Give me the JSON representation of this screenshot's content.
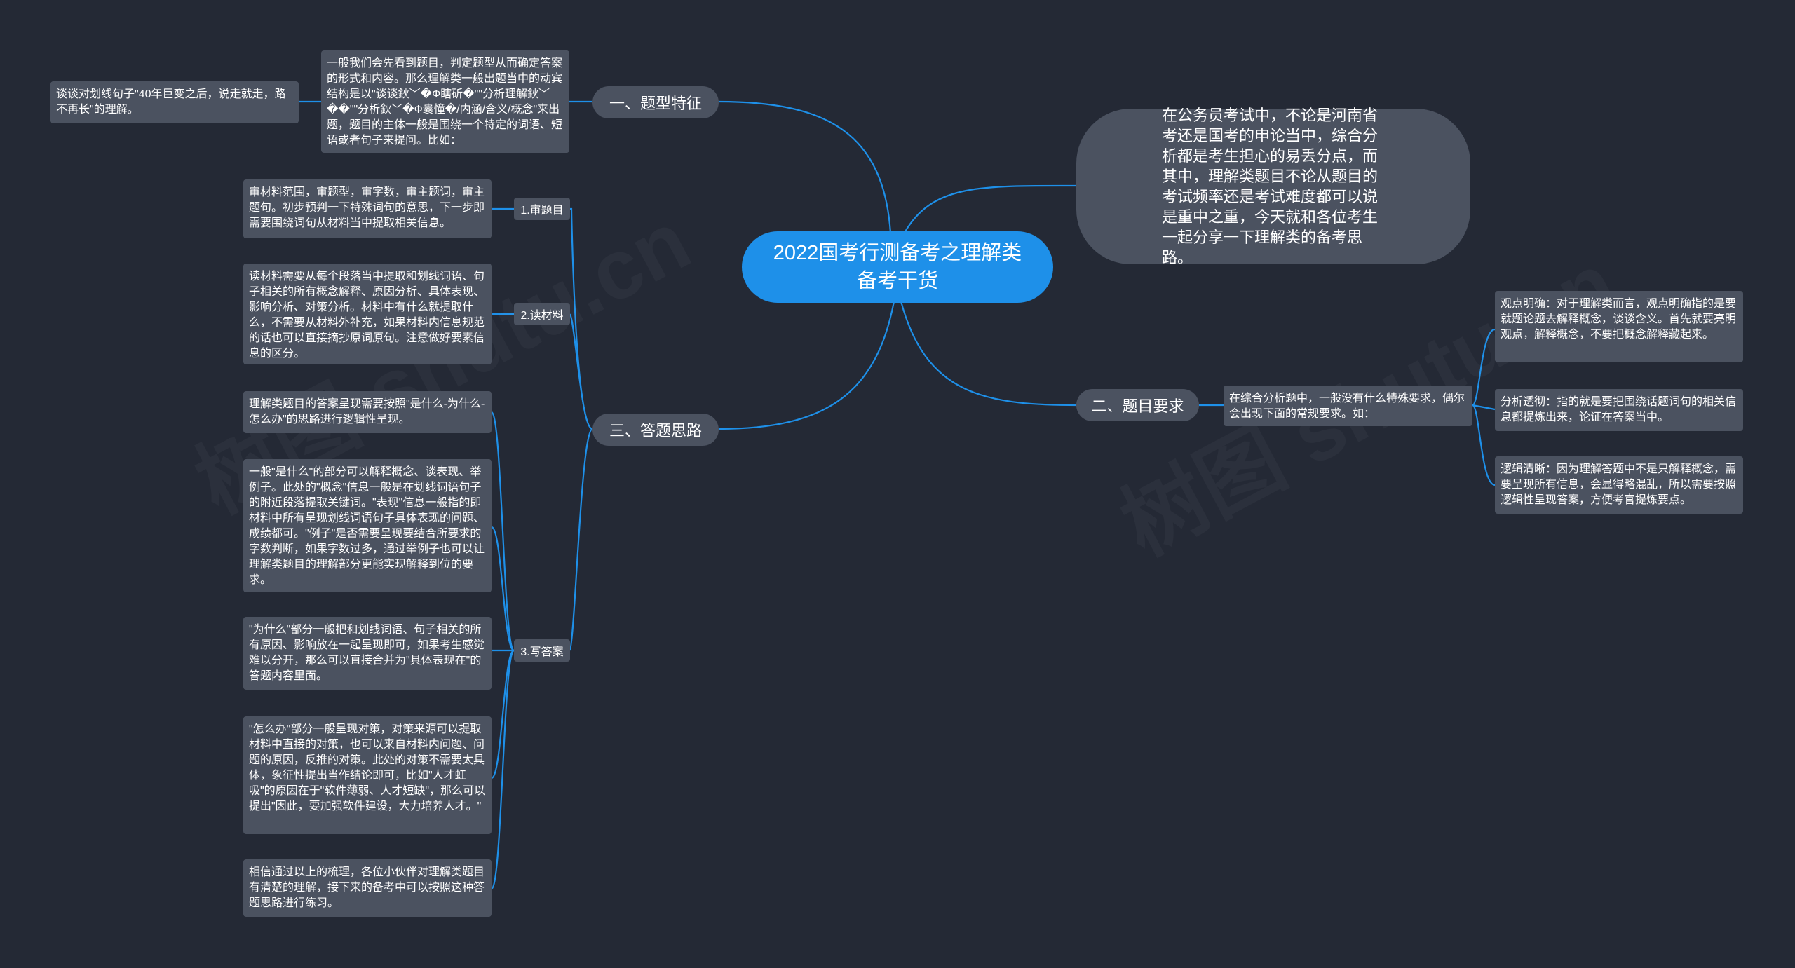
{
  "watermark": "树图 shutu.cn",
  "colors": {
    "background": "#242935",
    "root": "#1e90e9",
    "node": "#4b5260",
    "link": "#1e90e9"
  },
  "root": {
    "title": "2022国考行测备考之理解类备考干货"
  },
  "intro": {
    "text": "在公务员考试中，不论是河南省考还是国考的申论当中，综合分析都是考生担心的易丢分点，而其中，理解类题目不论从题目的考试频率还是考试难度都可以说是重中之重，今天就和各位考生一起分享一下理解类的备考思路。"
  },
  "branch1": {
    "label": "一、题型特征",
    "detail": "一般我们会先看到题目，判定题型从而确定答案的形式和内容。那么理解类一般出题当中的动宾结构是以\"谈谈鈥﹀�Ф瞎斫�\"\"分析理解鈥﹀��\"\"分析鈥﹀�Ф囊憧�/内涵/含义/概念\"来出题，题目的主体一般是围绕一个特定的词语、短语或者句子来提问。比如：",
    "example": "谈谈对划线句子\"40年巨变之后，说走就走，路不再长\"的理解。"
  },
  "branch2": {
    "label": "二、题目要求",
    "detail": "在综合分析题中，一般没有什么特殊要求，偶尔会出现下面的常规要求。如：",
    "items": [
      "观点明确：对于理解类而言，观点明确指的是要就题论题去解释概念，谈谈含义。首先就要亮明观点，解释概念，不要把概念解释藏起来。",
      "分析透彻：指的就是要把围绕话题词句的相关信息都提炼出来，论证在答案当中。",
      "逻辑清晰：因为理解答题中不是只解释概念，需要呈现所有信息，会显得略混乱，所以需要按照逻辑性呈现答案，方便考官提炼要点。"
    ]
  },
  "branch3": {
    "label": "三、答题思路",
    "step1": {
      "label": "1.审题目",
      "text": "审材料范围，审题型，审字数，审主题词，审主题句。初步预判一下特殊词句的意思，下一步即需要围绕词句从材料当中提取相关信息。"
    },
    "step2": {
      "label": "2.读材料",
      "text": "读材料需要从每个段落当中提取和划线词语、句子相关的所有概念解释、原因分析、具体表现、影响分析、对策分析。材料中有什么就提取什么，不需要从材料外补充，如果材料内信息规范的话也可以直接摘抄原词原句。注意做好要素信息的区分。"
    },
    "step3": {
      "label": "3.写答案",
      "items": [
        "理解类题目的答案呈现需要按照\"是什么-为什么-怎么办\"的思路进行逻辑性呈现。",
        "一般\"是什么\"的部分可以解释概念、谈表现、举例子。此处的\"概念\"信息一般是在划线词语句子的附近段落提取关键词。\"表现\"信息一般指的即材料中所有呈现划线词语句子具体表现的问题、成绩都可。\"例子\"是否需要呈现要结合所要求的字数判断，如果字数过多，通过举例子也可以让理解类题目的理解部分更能实现解释到位的要求。",
        "\"为什么\"部分一般把和划线词语、句子相关的所有原因、影响放在一起呈现即可，如果考生感觉难以分开，那么可以直接合并为\"具体表现在\"的答题内容里面。",
        "\"怎么办\"部分一般呈现对策，对策来源可以提取材料中直接的对策，也可以来自材料内问题、问题的原因，反推的对策。此处的对策不需要太具体，象征性提出当作结论即可，比如\"人才虹吸\"的原因在于\"软件薄弱、人才短缺\"，那么可以提出\"因此，要加强软件建设，大力培养人才。\"",
        "相信通过以上的梳理，各位小伙伴对理解类题目有清楚的理解，接下来的备考中可以按照这种答题思路进行练习。"
      ]
    }
  }
}
